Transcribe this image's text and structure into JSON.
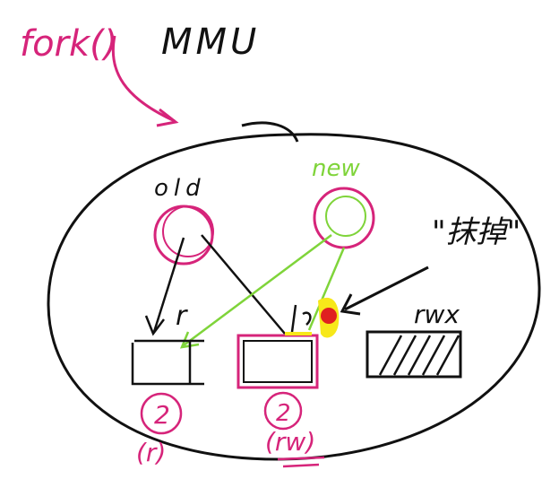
{
  "title": {
    "call": "fork()",
    "unit": "MMU"
  },
  "processes": [
    {
      "label": "old"
    },
    {
      "label": "new"
    }
  ],
  "pages": [
    {
      "perm": "r",
      "refcount": "2",
      "state": "(r)"
    },
    {
      "perm": "",
      "refcount": "2",
      "state": "(rw)"
    },
    {
      "perm": "rwx",
      "refcount": "",
      "state": ""
    }
  ],
  "annotation": "\"抹掉\"",
  "colors": {
    "ink": "#111111",
    "magenta": "#d6247a",
    "green": "#7fd43a",
    "highlight": "#f7e81a",
    "red": "#e02020"
  }
}
